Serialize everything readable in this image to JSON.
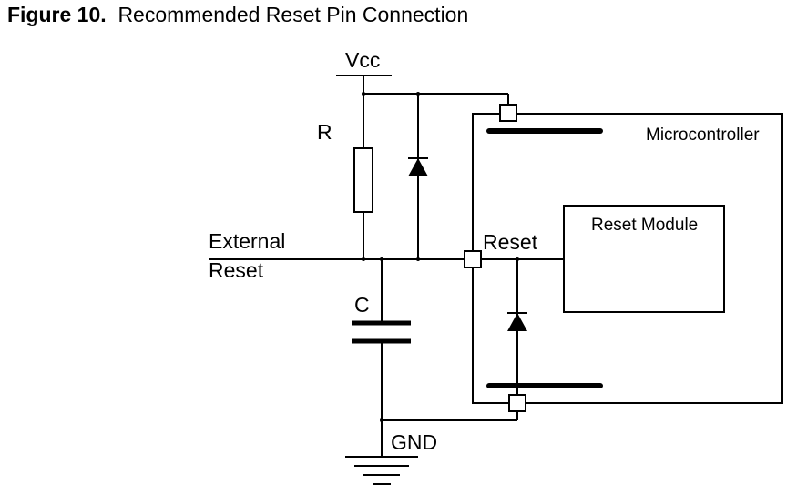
{
  "figure": {
    "number": "Figure 10.",
    "caption": "Recommended Reset Pin Connection"
  },
  "labels": {
    "vcc": "Vcc",
    "resistor": "R",
    "capacitor": "C",
    "gnd": "GND",
    "external_reset_line1": "External",
    "external_reset_line2": "Reset",
    "reset_pin": "Reset",
    "microcontroller": "Microcontroller",
    "reset_module": "Reset Module"
  }
}
